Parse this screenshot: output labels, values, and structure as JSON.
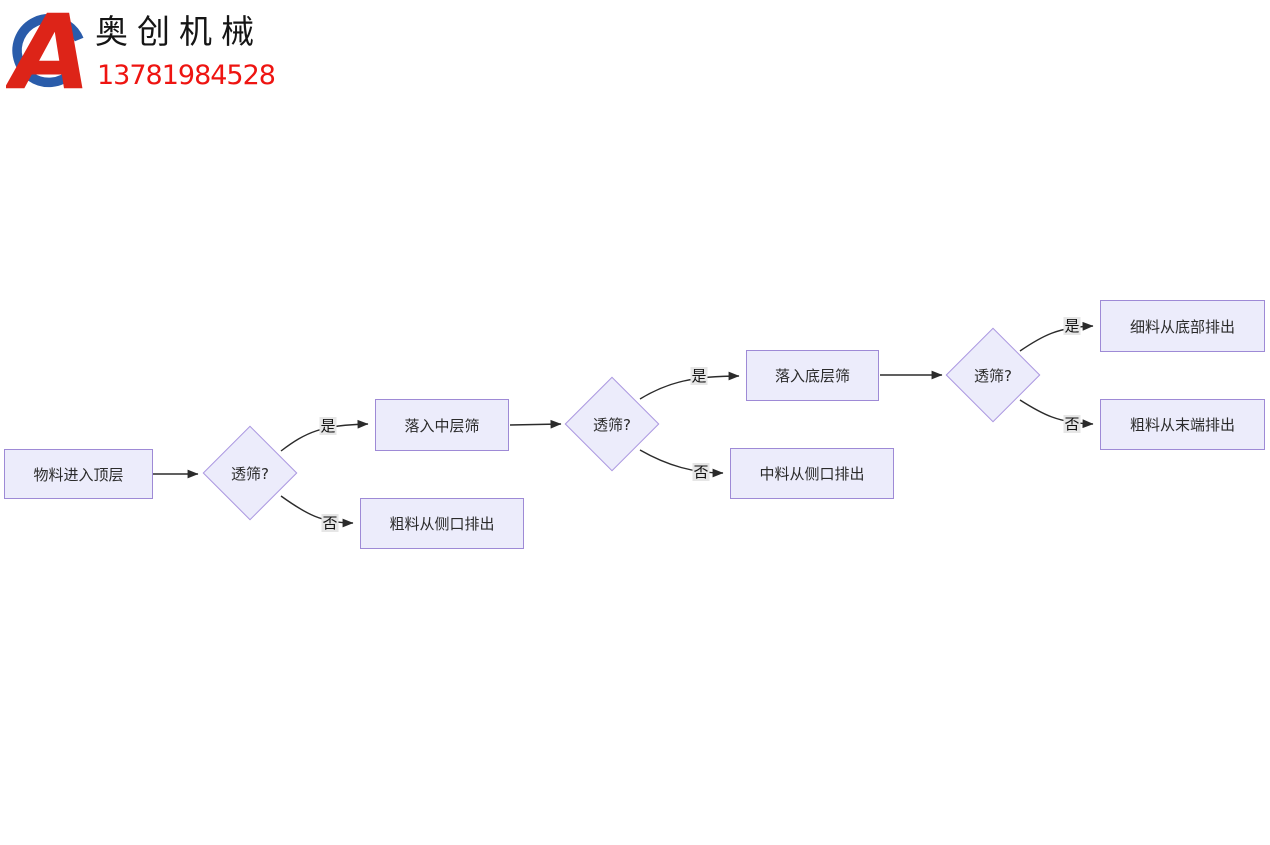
{
  "header": {
    "company_name": "奥创机械",
    "phone": "13781984528",
    "logo": {
      "icon": "letter-a-ring-logo",
      "red": "#dd2418",
      "blue": "#2a5caa"
    }
  },
  "flowchart": {
    "colors": {
      "node_fill": "#ececfb",
      "rect_border": "#9e8ad6",
      "diamond_border": "#aa96e0",
      "connector": "#2b2b2b",
      "edge_label_bg": "#e6e6e6"
    },
    "nodes": [
      {
        "id": "start",
        "type": "rect",
        "label": "物料进入顶层"
      },
      {
        "id": "sieve1",
        "type": "diamond",
        "label": "透筛?"
      },
      {
        "id": "mid-sieve",
        "type": "rect",
        "label": "落入中层筛"
      },
      {
        "id": "coarse-side",
        "type": "rect",
        "label": "粗料从侧口排出"
      },
      {
        "id": "sieve2",
        "type": "diamond",
        "label": "透筛?"
      },
      {
        "id": "bottom-sieve",
        "type": "rect",
        "label": "落入底层筛"
      },
      {
        "id": "mid-side",
        "type": "rect",
        "label": "中料从侧口排出"
      },
      {
        "id": "sieve3",
        "type": "diamond",
        "label": "透筛?"
      },
      {
        "id": "fine-bottom",
        "type": "rect",
        "label": "细料从底部排出"
      },
      {
        "id": "coarse-end",
        "type": "rect",
        "label": "粗料从末端排出"
      }
    ],
    "edges": [
      {
        "from": "start",
        "to": "sieve1",
        "label": ""
      },
      {
        "from": "sieve1",
        "to": "mid-sieve",
        "label": "是"
      },
      {
        "from": "sieve1",
        "to": "coarse-side",
        "label": "否"
      },
      {
        "from": "mid-sieve",
        "to": "sieve2",
        "label": ""
      },
      {
        "from": "sieve2",
        "to": "bottom-sieve",
        "label": "是"
      },
      {
        "from": "sieve2",
        "to": "mid-side",
        "label": "否"
      },
      {
        "from": "bottom-sieve",
        "to": "sieve3",
        "label": ""
      },
      {
        "from": "sieve3",
        "to": "fine-bottom",
        "label": "是"
      },
      {
        "from": "sieve3",
        "to": "coarse-end",
        "label": "否"
      }
    ]
  }
}
